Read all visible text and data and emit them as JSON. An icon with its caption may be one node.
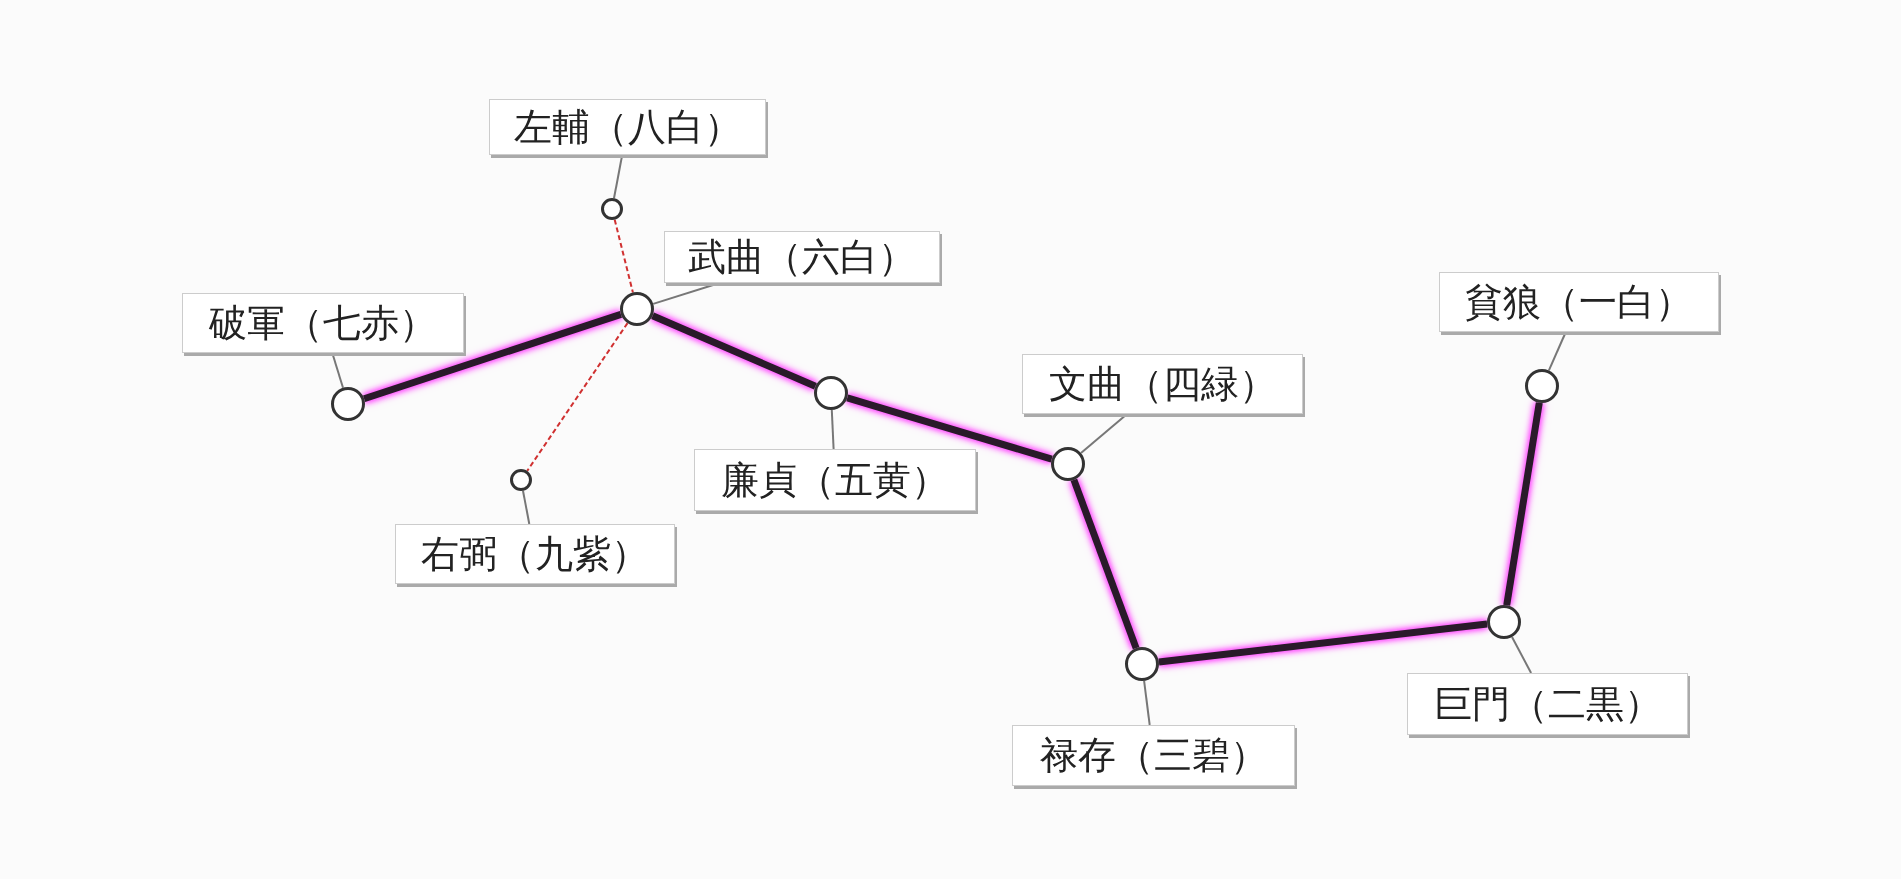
{
  "diagram": {
    "nodes": [
      {
        "text": [
          "左輔（八白）"
        ]
      },
      {
        "text": [],
        "shape": "circle"
      },
      {
        "text": [
          "武曲（六白）"
        ]
      },
      {
        "text": [
          "貧狼（一白）"
        ]
      },
      {
        "text": [
          "破軍（七赤）"
        ]
      },
      {
        "text": [],
        "shape": "circle"
      },
      {
        "text": [
          "文曲（四緑）"
        ]
      },
      {
        "text": [],
        "shape": "circle"
      },
      {
        "text": [],
        "shape": "circle"
      },
      {
        "text": [],
        "shape": "circle"
      },
      {
        "text": [],
        "shape": "circle"
      },
      {
        "text": [],
        "shape": "circle"
      },
      {
        "text": [
          "廉貞（五黄）"
        ]
      },
      {
        "text": [
          "右弼（九紫）"
        ]
      },
      {
        "text": [],
        "shape": "circle"
      },
      {
        "text": [],
        "shape": "circle"
      },
      {
        "text": [
          "巨門（二黒）"
        ]
      },
      {
        "text": [
          "禄存（三碧）"
        ]
      }
    ],
    "edges": [
      {
        "from": 0,
        "to": 1,
        "arrow": "none"
      },
      {
        "from": 2,
        "to": 5,
        "arrow": "none"
      },
      {
        "from": 3,
        "to": 9,
        "arrow": "none"
      },
      {
        "from": 4,
        "to": 7,
        "arrow": "none"
      },
      {
        "from": 6,
        "to": 10,
        "arrow": "none"
      },
      {
        "from": 12,
        "to": 8,
        "arrow": "none"
      },
      {
        "from": 13,
        "to": 11,
        "arrow": "none"
      },
      {
        "from": 16,
        "to": 14,
        "arrow": "none"
      },
      {
        "from": 17,
        "to": 15,
        "arrow": "none"
      },
      {
        "from": 7,
        "to": 5,
        "arrow": "none",
        "style": "thick",
        "color": "#2a1a2a"
      },
      {
        "from": 5,
        "to": 8,
        "arrow": "none",
        "style": "thick",
        "color": "#2a1a2a"
      },
      {
        "from": 8,
        "to": 10,
        "arrow": "none",
        "style": "thick",
        "color": "#2a1a2a"
      },
      {
        "from": 10,
        "to": 15,
        "arrow": "none",
        "style": "thick",
        "color": "#2a1a2a"
      },
      {
        "from": 15,
        "to": 14,
        "arrow": "none",
        "style": "thick",
        "color": "#2a1a2a"
      },
      {
        "from": 14,
        "to": 9,
        "arrow": "none",
        "style": "thick",
        "color": "#2a1a2a"
      },
      {
        "from": 1,
        "to": 5,
        "arrow": "none",
        "style": "dashed",
        "color": "#d03030"
      },
      {
        "from": 5,
        "to": 11,
        "arrow": "none",
        "style": "dashed",
        "color": "#d03030"
      }
    ]
  }
}
